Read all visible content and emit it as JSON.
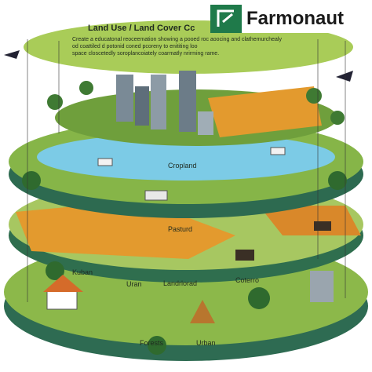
{
  "logo": {
    "text": "Farmonaut",
    "mark_icon": "farmonaut-leaf-icon"
  },
  "title": "Land Use / Land Cover Cc",
  "intro_lines": [
    "Create a educatonal reoceemation showing a pooed roc aoocing and clathemurchealy",
    "od coattiled d potonid coned pcoreny to enititing loo",
    "space closcetedly soroplancoiately coarmatly nrirming rame."
  ],
  "labels": {
    "cropland": "Cropland",
    "pasture": "Pasturd",
    "kuban": "Kuban",
    "uran": "Uran",
    "landrlorad": "Landrlorad",
    "coterro": "Coterro",
    "forests": "Forests",
    "urban": "Urban"
  },
  "colors": {
    "top_disk": "#a9cc58",
    "water": "#7ccbe6",
    "grass": "#7aa83e",
    "dark_rim": "#2e6b52",
    "crop_field": "#e39a2e",
    "brand_green": "#1f7a4a"
  }
}
